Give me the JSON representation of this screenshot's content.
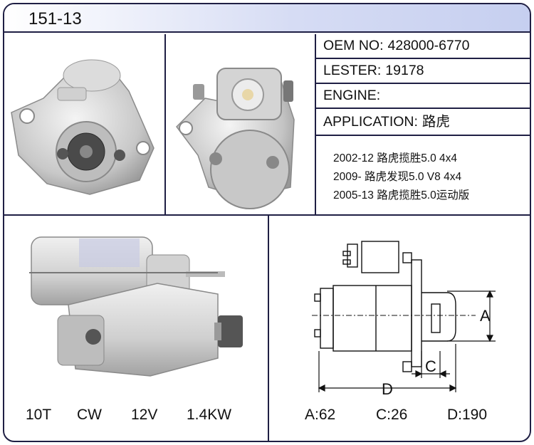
{
  "header": {
    "title": "151-13"
  },
  "specs": {
    "oem_label": "OEM NO:",
    "oem_value": "428000-6770",
    "lester_label": "LESTER:",
    "lester_value": "19178",
    "engine_label": "ENGINE:",
    "engine_value": "",
    "application_label": "APPLICATION:",
    "application_value": "路虎"
  },
  "applications": [
    "2002-12 路虎揽胜5.0 4x4",
    "2009- 路虎发现5.0 V8 4x4",
    "2005-13 路虎揽胜5.0运动版"
  ],
  "electrical": {
    "teeth": "10T",
    "rotation": "CW",
    "voltage": "12V",
    "power": "1.4KW"
  },
  "dimensions": {
    "a_label": "A",
    "c_label": "C",
    "d_label": "D",
    "a_value": "A:62",
    "c_value": "C:26",
    "d_value": "D:190"
  },
  "colors": {
    "border": "#1f1f44",
    "header_gradient_end": "#c6cff0"
  }
}
